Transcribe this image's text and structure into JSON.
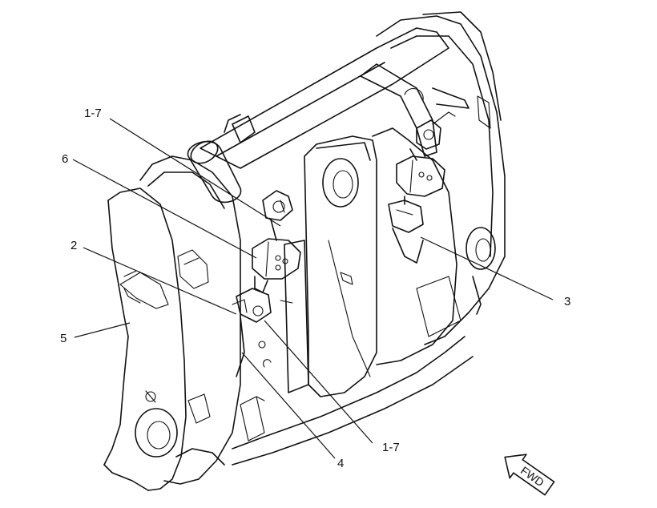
{
  "callouts": [
    {
      "id": "c1-7-top",
      "label": "1-7"
    },
    {
      "id": "c6",
      "label": "6"
    },
    {
      "id": "c2",
      "label": "2"
    },
    {
      "id": "c5",
      "label": "5"
    },
    {
      "id": "c4",
      "label": "4"
    },
    {
      "id": "c1-7-bottom",
      "label": "1-7"
    },
    {
      "id": "c3",
      "label": "3"
    }
  ],
  "direction_arrow": {
    "label": "FWD",
    "icon": "forward-arrow-icon"
  }
}
